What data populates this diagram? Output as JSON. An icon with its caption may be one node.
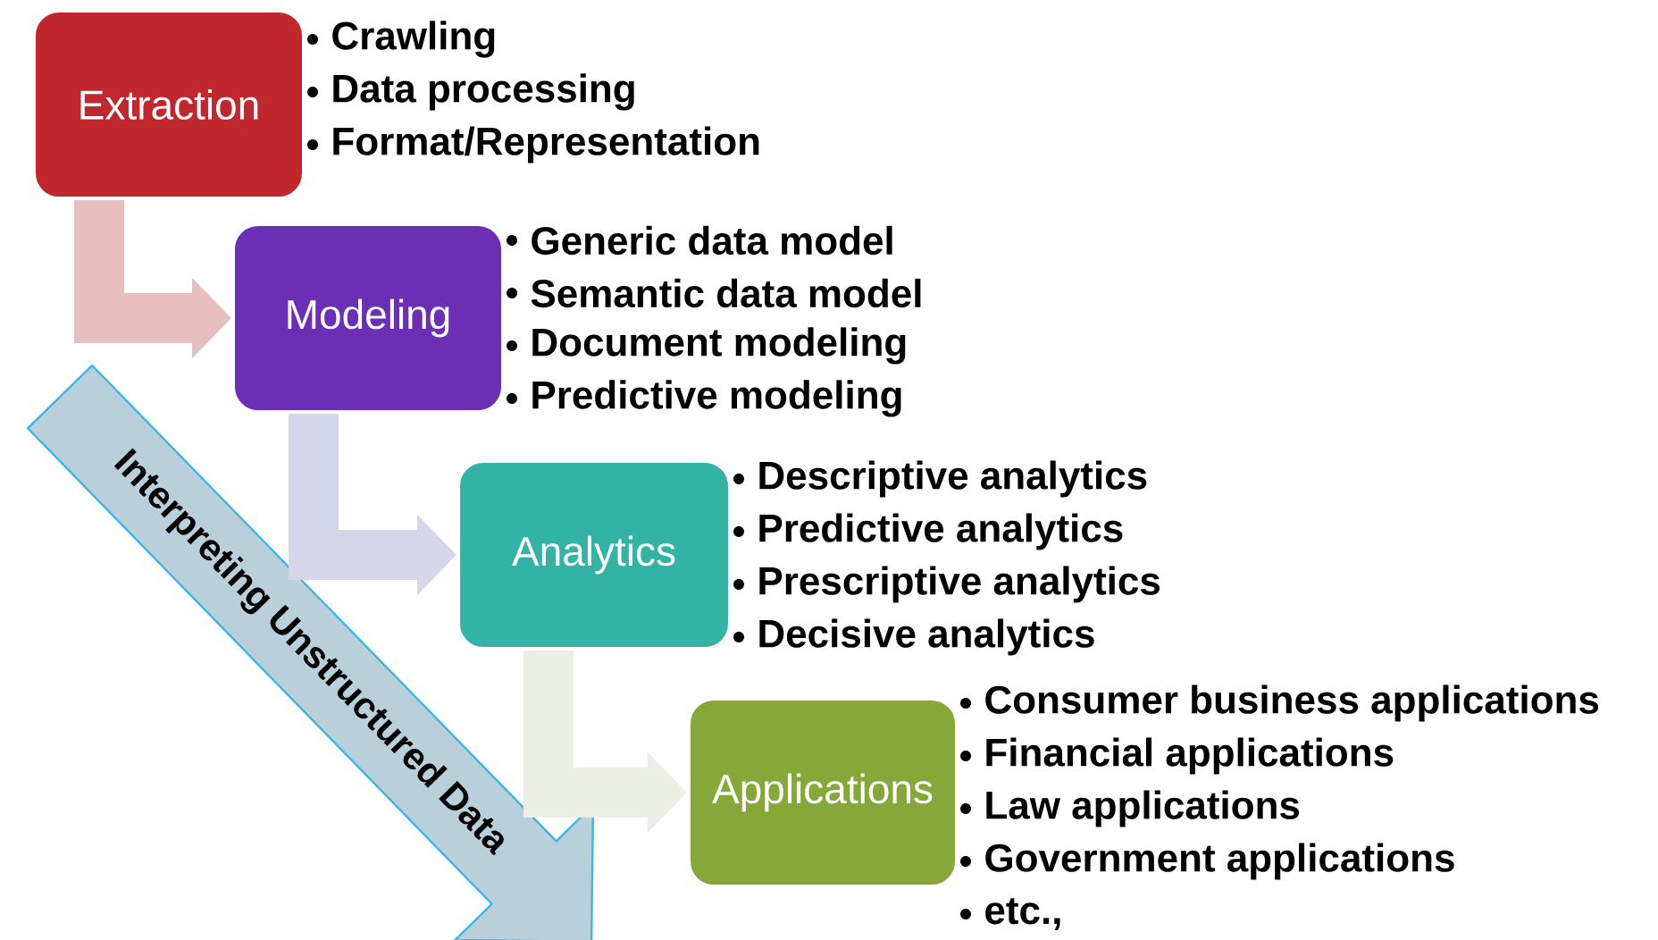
{
  "diagram": {
    "nodes": [
      {
        "text": [
          "Extraction"
        ],
        "beside": [
          "Crawling",
          "Data processing",
          "Format/Representation"
        ]
      },
      {
        "text": [
          "Modeling"
        ],
        "beside": [
          "Generic data model",
          "Semantic data model",
          "Document modeling",
          "Predictive modeling"
        ]
      },
      {
        "text": [
          "Analytics"
        ],
        "beside": [
          "Descriptive analytics",
          "Predictive analytics",
          "Prescriptive analytics",
          "Decisive analytics"
        ]
      },
      {
        "text": [
          "Applications"
        ],
        "beside": [
          "Consumer business applications",
          "Financial applications",
          "Law applications",
          "Government applications",
          "etc.,"
        ]
      },
      {
        "text": [
          "Interpreting Unstructured Data"
        ]
      }
    ],
    "edges": [
      {
        "from": 0,
        "to": 1,
        "arrow": "to",
        "color": "#e8bfbf"
      },
      {
        "from": 1,
        "to": 2,
        "arrow": "to",
        "color": "#d5d6ea"
      },
      {
        "from": 2,
        "to": 3,
        "arrow": "to",
        "color": "#eaeee6"
      }
    ]
  }
}
